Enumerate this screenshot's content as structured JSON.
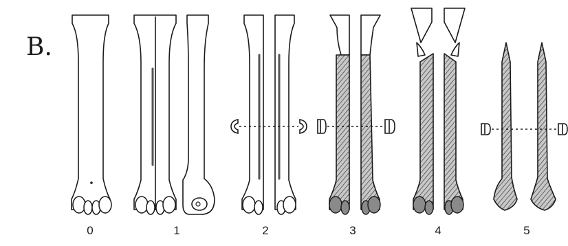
{
  "figure": {
    "panel_letter": "B.",
    "stage_labels": [
      "0",
      "1",
      "2",
      "3",
      "4",
      "5"
    ]
  }
}
